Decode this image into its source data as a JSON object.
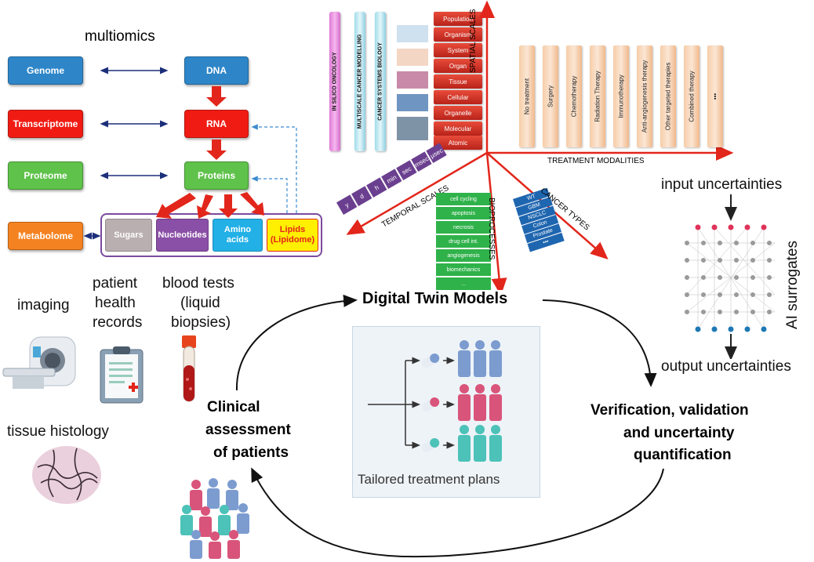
{
  "multiomics": {
    "title": "multiomics",
    "left": [
      "Genome",
      "Transcriptome",
      "Proteome",
      "Metabolome"
    ],
    "right": [
      "DNA",
      "RNA",
      "Proteins"
    ],
    "metabolites": [
      "Sugars",
      "Nucleotides",
      "Amino acids",
      "Lipids (Lipidome)"
    ]
  },
  "center_graphic": {
    "pillars": [
      "IN SILICO ONCOLOGY",
      "MULTISCALE CANCER MODELLING",
      "CANCER SYSTEMS BIOLOGY"
    ],
    "spatial_scales": [
      "Population",
      "Organism",
      "System",
      "Organ",
      "Tissue",
      "Cellular",
      "Organelle",
      "Molecular",
      "Atomic"
    ],
    "spatial_label": "SPATIAL SCALES",
    "treatments": [
      "No treatment",
      "Surgery",
      "Chemotherapy",
      "Radiation Therapy",
      "Immunotherapy",
      "Anti-angiogenesis therapy",
      "Other targeted therapies",
      "Combined therapy",
      "•••"
    ],
    "treatment_label": "TREATMENT MODALITIES",
    "temporal_label": "TEMPORAL SCALES",
    "temporal": [
      "y",
      "d",
      "h",
      "min",
      "sec",
      "msec",
      "µsec"
    ],
    "bioprocesses_label": "BIOPROCESSES",
    "bioprocesses": [
      "cell cycling",
      "apoptosis",
      "necrosis",
      "drug cell int.",
      "angiogenesis",
      "biomechanics",
      "..."
    ],
    "cancer_label": "CANCER TYPES",
    "cancer_types": [
      "WT",
      "GBM",
      "NSCLC",
      "Colon",
      "Prostate",
      "•••"
    ]
  },
  "left_inputs": {
    "imaging": "imaging",
    "patient_line1": "patient",
    "patient_line2": "health",
    "patient_line3": "records",
    "blood_line1": "blood tests",
    "blood_line2": "(liquid",
    "blood_line3": "biopsies)",
    "tissue": "tissue histology"
  },
  "cycle": {
    "digital_twin": "Digital Twin Models",
    "tailored": "Tailored treatment plans",
    "clinical_line1": "Clinical",
    "clinical_line2": "assessment",
    "clinical_line3": "of patients",
    "vvuq_line1": "Verification, validation",
    "vvuq_line2": "and uncertainty",
    "vvuq_line3": "quantification"
  },
  "ai": {
    "input": "input uncertainties",
    "label": "AI surrogates",
    "output": "output uncertainties"
  },
  "colors": {
    "blue": "#2e86c8",
    "red": "#f01c14",
    "green": "#5fc24a",
    "orange": "#f58220",
    "purple": "#7b4a9e",
    "pink": "#d9547a",
    "teal": "#4cc2b8",
    "person_blue": "#7c9cd0"
  }
}
